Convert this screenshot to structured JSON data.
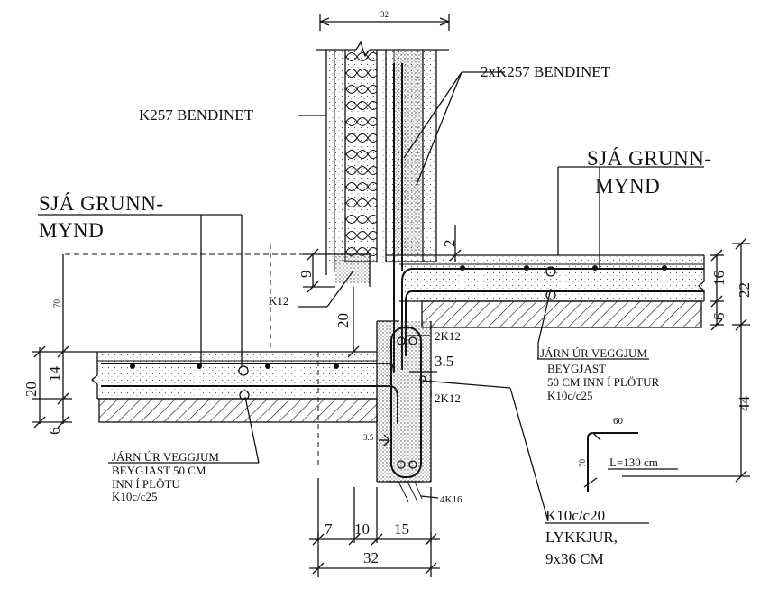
{
  "labels": {
    "top_dim": "32",
    "k257_bendinet": "K257 BENDINET",
    "k257_double": "2xK257 BENDINET",
    "sja_grunn_right_1": "SJÁ GRUNN-",
    "sja_grunn_right_2": "MYND",
    "sja_grunn_left_1": "SJÁ GRUNN-",
    "sja_grunn_left_2": "MYND",
    "k12": "K12",
    "k12_a": "2K12",
    "k12_b": "2K12",
    "k16": "4K16",
    "dim_2": "2",
    "dim_9": "9",
    "dim_20_vert": "20",
    "dim_70_small": "70",
    "dim_16": "16",
    "dim_22": "22",
    "dim_6_right": "6",
    "dim_44": "44",
    "dim_20_left": "20",
    "dim_14": "14",
    "dim_6_left": "6",
    "dim_3_5": "3.5",
    "dim_3_5_small": "3.5",
    "dim_7": "7",
    "dim_10": "10",
    "dim_15": "15",
    "dim_32_bottom": "32",
    "bend_60": "60",
    "bend_70": "70",
    "bend_length": "L=130 cm",
    "note_right_1": "JÁRN ÚR VEGGJUM",
    "note_right_2": "BEYGJAST",
    "note_right_3": "50 CM INN Í PLÖTUR",
    "note_right_4": "K10c/c25",
    "note_left_1": "JÁRN ÚR VEGGJUM",
    "note_left_2": "BEYGJAST 50 CM",
    "note_left_3": "INN Í PLÖTU",
    "note_left_4": "K10c/c25",
    "stirrup_1": "K10c/c20",
    "stirrup_2": "LYKKJUR,",
    "stirrup_3": "9x36 CM"
  }
}
